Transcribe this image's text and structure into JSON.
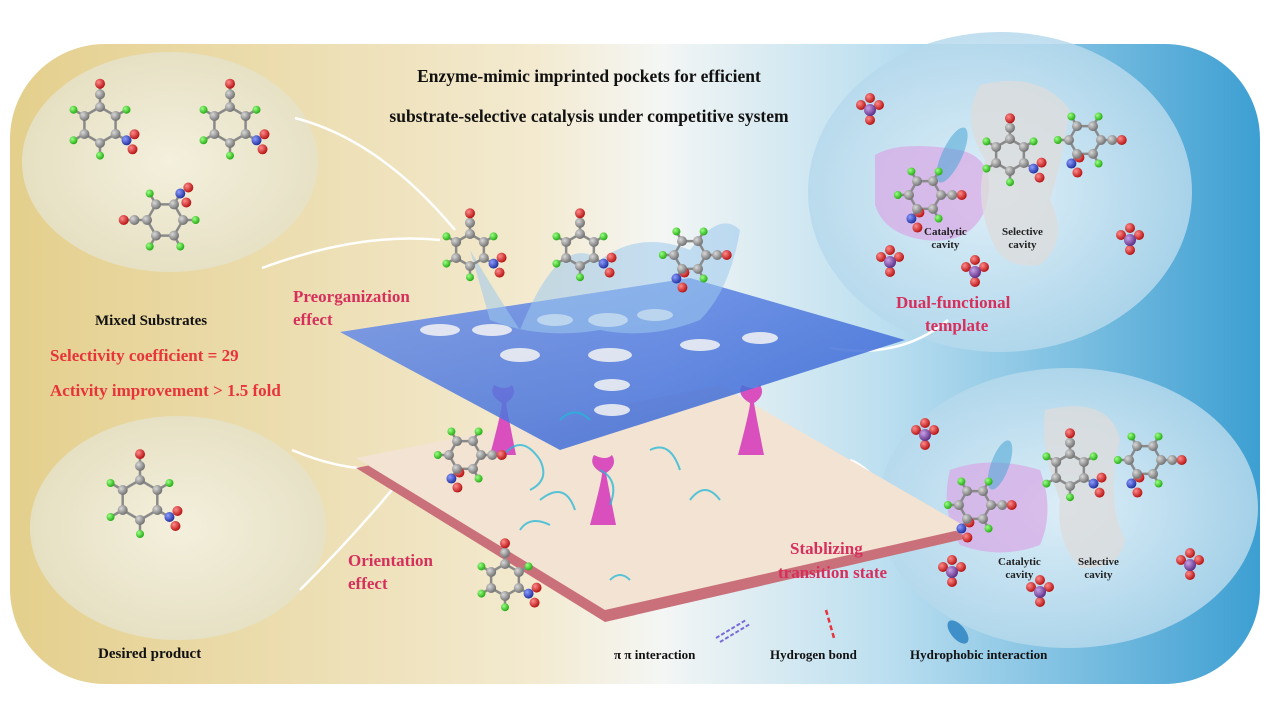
{
  "title": {
    "line1": "Enzyme-mimic imprinted pockets for efficient",
    "line2": "substrate-selective catalysis under competitive system"
  },
  "left_panel": {
    "mixed_substrates": "Mixed Substrates",
    "selectivity": "Selectivity coefficient = 29",
    "activity": "Activity improvement > 1.5 fold",
    "desired_product": "Desired product"
  },
  "center": {
    "preorganization": [
      "Preorganization",
      "effect"
    ],
    "orientation": [
      "Orientation",
      "effect"
    ],
    "stabilizing": [
      "Stablizing",
      "transition state"
    ],
    "dual_functional": [
      "Dual-functional",
      "template"
    ]
  },
  "right_panel": {
    "top_catalytic": [
      "Catalytic",
      "cavity"
    ],
    "top_selective": [
      "Selective",
      "cavity"
    ],
    "bottom_catalytic": [
      "Catalytic",
      "cavity"
    ],
    "bottom_selective": [
      "Selective",
      "cavity"
    ]
  },
  "legend": {
    "pi": "π π interaction",
    "hbond": "Hydrogen bond",
    "hydrophobic": "Hydrophobic interaction"
  },
  "colors": {
    "background_left": "#e8d69a",
    "background_right": "#4aa6d6",
    "highlight_red": "#e8333a",
    "label_pink": "#d72f5c",
    "carbon": "#8a8a8a",
    "hydrogen": "#33cc22",
    "oxygen": "#d81e1e",
    "nitrogen": "#2a3fbf",
    "phosphorus": "#7a4aa0",
    "support_blue": "#3f6fd8",
    "support_base": "#f2e3d2",
    "support_edge": "#c9707a",
    "anchor_magenta": "#d94fbd",
    "cavity_purple": "#d9a8e6",
    "cavity_grey": "#d8d8d8"
  }
}
